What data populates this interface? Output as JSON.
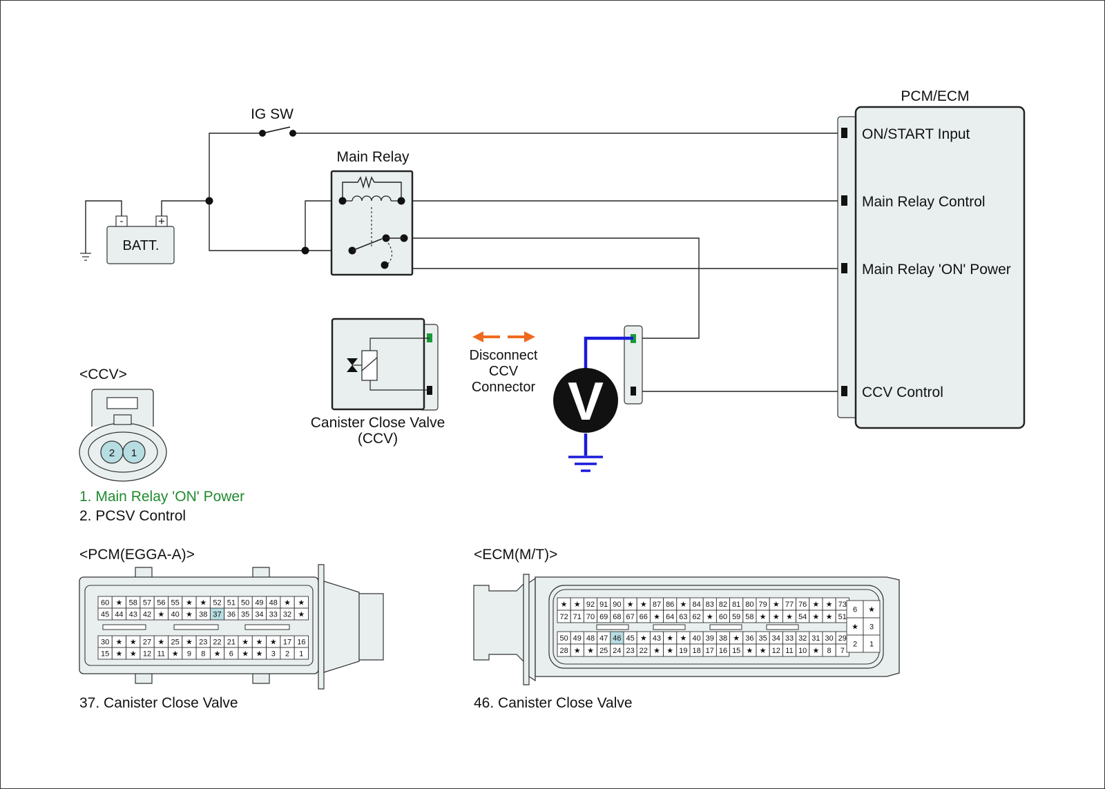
{
  "labels": {
    "ig_sw": "IG SW",
    "main_relay": "Main Relay",
    "batt": "BATT.",
    "batt_neg": "-",
    "batt_pos": "+",
    "pcm_ecm": "PCM/ECM",
    "on_start_input": "ON/START Input",
    "main_relay_control": "Main Relay Control",
    "main_relay_on_power": "Main Relay 'ON' Power",
    "ccv_control": "CCV Control",
    "ccv_name_1": "Canister Close Valve",
    "ccv_name_2": "(CCV)",
    "disconnect_1": "Disconnect",
    "disconnect_2": "CCV",
    "disconnect_3": "Connector",
    "voltmeter": "V"
  },
  "ccv_connector": {
    "title": "<CCV>",
    "pins": [
      "2",
      "1"
    ],
    "legend_1": "1. Main Relay 'ON' Power",
    "legend_2": "2. PCSV Control"
  },
  "pcm_connector": {
    "title": "<PCM(EGGA-A)>",
    "rows": [
      [
        "60",
        "★",
        "58",
        "57",
        "56",
        "55",
        "★",
        "★",
        "52",
        "51",
        "50",
        "49",
        "48",
        "★",
        "★"
      ],
      [
        "45",
        "44",
        "43",
        "42",
        "★",
        "40",
        "★",
        "38",
        "37",
        "36",
        "35",
        "34",
        "33",
        "32",
        "★"
      ],
      [
        "30",
        "★",
        "★",
        "27",
        "★",
        "25",
        "★",
        "23",
        "22",
        "21",
        "★",
        "★",
        "★",
        "17",
        "16"
      ],
      [
        "15",
        "★",
        "★",
        "12",
        "11",
        "★",
        "9",
        "8",
        "★",
        "6",
        "★",
        "★",
        "3",
        "2",
        "1"
      ]
    ],
    "highlight": "37",
    "caption": "37. Canister Close Valve"
  },
  "ecm_connector": {
    "title": "<ECM(M/T)>",
    "rows": [
      [
        "★",
        "★",
        "92",
        "91",
        "90",
        "★",
        "★",
        "87",
        "86",
        "★",
        "84",
        "83",
        "82",
        "81",
        "80",
        "79",
        "★",
        "77",
        "76",
        "★",
        "★",
        "73"
      ],
      [
        "72",
        "71",
        "70",
        "69",
        "68",
        "67",
        "66",
        "★",
        "64",
        "63",
        "62",
        "★",
        "60",
        "59",
        "58",
        "★",
        "★",
        "★",
        "54",
        "★",
        "★",
        "51"
      ],
      [
        "50",
        "49",
        "48",
        "47",
        "46",
        "45",
        "★",
        "43",
        "★",
        "★",
        "40",
        "39",
        "38",
        "★",
        "36",
        "35",
        "34",
        "33",
        "32",
        "31",
        "30",
        "29"
      ],
      [
        "28",
        "★",
        "★",
        "25",
        "24",
        "23",
        "22",
        "★",
        "★",
        "19",
        "18",
        "17",
        "16",
        "15",
        "★",
        "★",
        "12",
        "11",
        "10",
        "★",
        "8",
        "7"
      ]
    ],
    "side": [
      [
        "6",
        "★"
      ],
      [
        "★",
        "3"
      ],
      [
        "2",
        "1"
      ]
    ],
    "highlight": "46",
    "caption": "46. Canister Close Valve"
  },
  "colors": {
    "wire": "#222222",
    "box_fill": "#e9efef",
    "meter_lead": "#1a1adb",
    "highlight_pin": "#b6dde1",
    "arrow": "#ee6a1e",
    "pin_green": "#1a9a3a",
    "legend_green": "#1f8a2e"
  }
}
